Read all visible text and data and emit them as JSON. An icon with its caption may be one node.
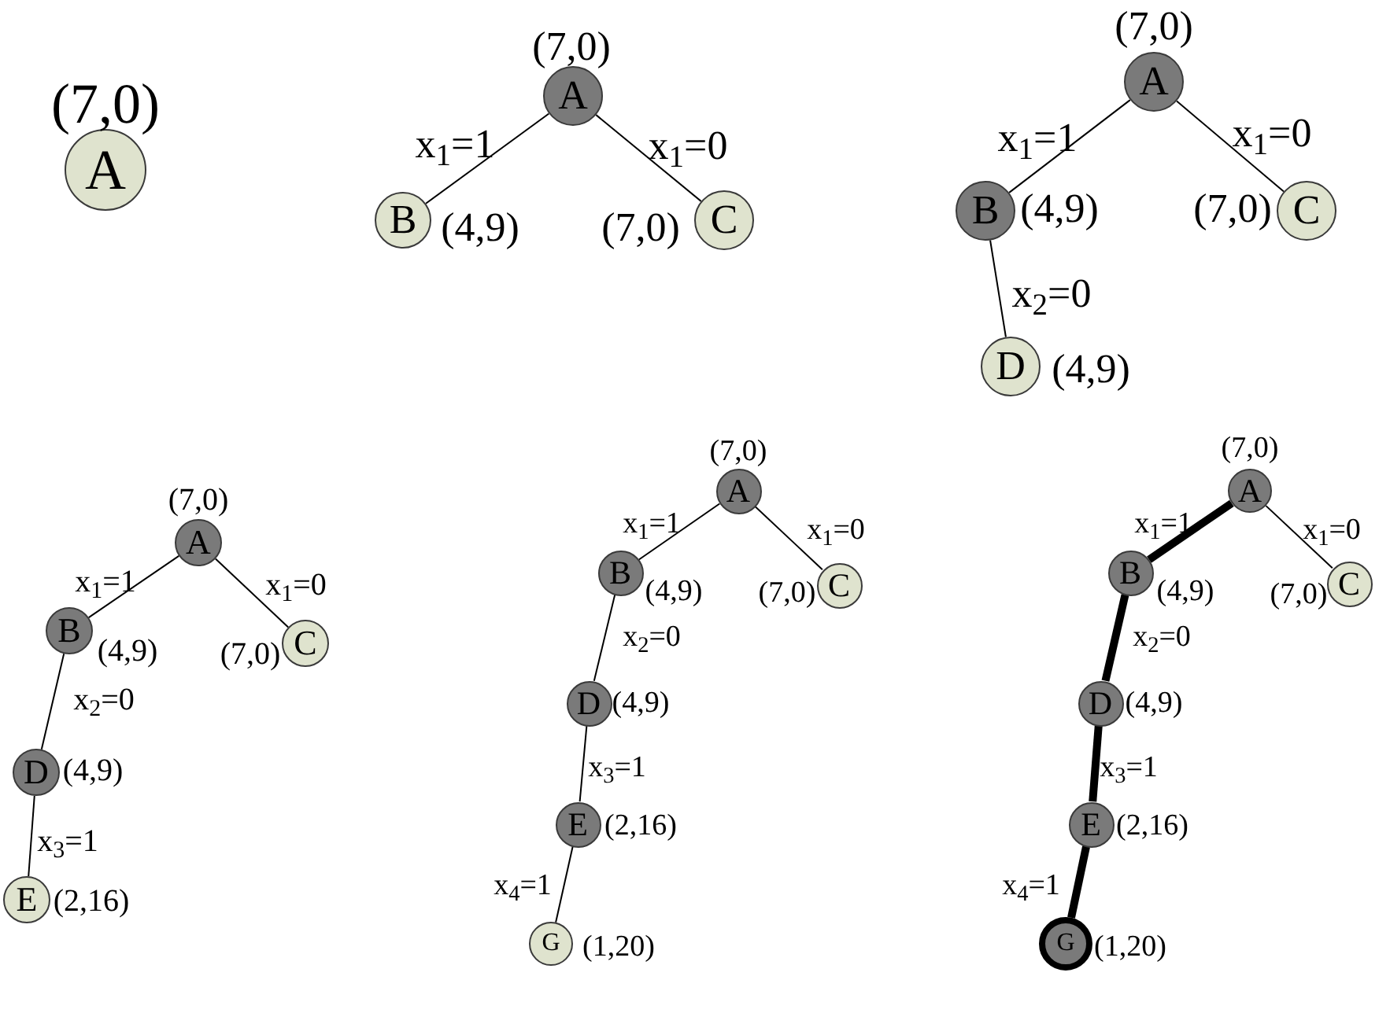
{
  "diagram": {
    "nodes": [
      {
        "text": [
          "A"
        ],
        "beside": [
          "(7,0)"
        ]
      },
      {
        "text": [
          "A"
        ],
        "beside": [
          "(7,0)"
        ]
      },
      {
        "text": [
          "B"
        ],
        "beside": [
          "(4,9)"
        ]
      },
      {
        "text": [
          "C"
        ],
        "beside": [
          "(7,0)"
        ]
      },
      {
        "text": [
          "A"
        ],
        "beside": [
          "(7,0)"
        ]
      },
      {
        "text": [
          "B"
        ],
        "beside": [
          "(4,9)"
        ]
      },
      {
        "text": [
          "C"
        ],
        "beside": [
          "(7,0)"
        ]
      },
      {
        "text": [
          "D"
        ],
        "beside": [
          "(4,9)"
        ]
      },
      {
        "text": [
          "A"
        ],
        "beside": [
          "(7,0)"
        ]
      },
      {
        "text": [
          "B"
        ],
        "beside": [
          "(4,9)"
        ]
      },
      {
        "text": [
          "C"
        ],
        "beside": [
          "(7,0)"
        ]
      },
      {
        "text": [
          "D"
        ],
        "beside": [
          "(4,9)"
        ]
      },
      {
        "text": [
          "E"
        ],
        "beside": [
          "(2,16)"
        ]
      },
      {
        "text": [
          "A"
        ],
        "beside": [
          "(7,0)"
        ]
      },
      {
        "text": [
          "B"
        ],
        "beside": [
          "(4,9)"
        ]
      },
      {
        "text": [
          "C"
        ],
        "beside": [
          "(7,0)"
        ]
      },
      {
        "text": [
          "D"
        ],
        "beside": [
          "(4,9)"
        ]
      },
      {
        "text": [
          "E"
        ],
        "beside": [
          "(2,16)"
        ]
      },
      {
        "text": [
          "G"
        ],
        "beside": [
          "(1,20)"
        ]
      },
      {
        "text": [
          "A"
        ],
        "beside": [
          "(7,0)"
        ]
      },
      {
        "text": [
          "B"
        ],
        "beside": [
          "(4,9)"
        ]
      },
      {
        "text": [
          "C"
        ],
        "beside": [
          "(7,0)"
        ]
      },
      {
        "text": [
          "D"
        ],
        "beside": [
          "(4,9)"
        ]
      },
      {
        "text": [
          "E"
        ],
        "beside": [
          "(2,16)"
        ]
      },
      {
        "text": [
          "G"
        ],
        "beside": [
          "(1,20)"
        ]
      }
    ],
    "edges": [
      {
        "from": 1,
        "to": 2,
        "arrow": "none",
        "label": "x$_{1}$=1"
      },
      {
        "from": 1,
        "to": 3,
        "arrow": "none",
        "label": "x$_{1}$=0"
      },
      {
        "from": 4,
        "to": 5,
        "arrow": "none",
        "label": "x$_{1}$=1"
      },
      {
        "from": 4,
        "to": 6,
        "arrow": "none",
        "label": "x$_{1}$=0"
      },
      {
        "from": 5,
        "to": 7,
        "arrow": "none",
        "label": "x$_{2}$=0"
      },
      {
        "from": 8,
        "to": 9,
        "arrow": "none",
        "label": "x$_{1}$=1"
      },
      {
        "from": 8,
        "to": 10,
        "arrow": "none",
        "label": "x$_{1}$=0"
      },
      {
        "from": 9,
        "to": 11,
        "arrow": "none",
        "label": "x$_{2}$=0"
      },
      {
        "from": 11,
        "to": 12,
        "arrow": "none",
        "label": "x$_{3}$=1"
      },
      {
        "from": 13,
        "to": 14,
        "arrow": "none",
        "label": "x$_{1}$=1"
      },
      {
        "from": 13,
        "to": 15,
        "arrow": "none",
        "label": "x$_{1}$=0"
      },
      {
        "from": 14,
        "to": 16,
        "arrow": "none",
        "label": "x$_{2}$=0"
      },
      {
        "from": 16,
        "to": 17,
        "arrow": "none",
        "label": "x$_{3}$=1"
      },
      {
        "from": 17,
        "to": 18,
        "arrow": "none",
        "label": "x$_{4}$=1"
      },
      {
        "from": 19,
        "to": 20,
        "arrow": "none",
        "label": "x$_{1}$=1",
        "style": "thick"
      },
      {
        "from": 19,
        "to": 21,
        "arrow": "none",
        "label": "x$_{1}$=0"
      },
      {
        "from": 20,
        "to": 22,
        "arrow": "none",
        "label": "x$_{2}$=0",
        "style": "thick"
      },
      {
        "from": 22,
        "to": 23,
        "arrow": "none",
        "label": "x$_{3}$=1",
        "style": "thick"
      },
      {
        "from": 23,
        "to": 24,
        "arrow": "none",
        "label": "x$_{4}$=1",
        "style": "thick"
      }
    ]
  }
}
